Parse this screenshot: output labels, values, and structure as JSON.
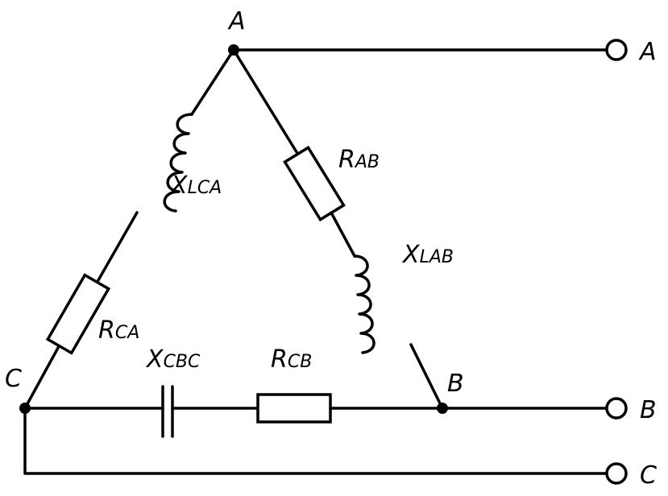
{
  "nodes": {
    "a": "A",
    "b": "B",
    "c": "C"
  },
  "terminals": {
    "a": "A",
    "b": "B",
    "c": "C"
  },
  "components": {
    "r_ab": {
      "main": "R",
      "sub": "AB"
    },
    "xl_ab": {
      "main": "X",
      "sub": "LAB"
    },
    "xl_ca": {
      "main": "X",
      "sub": "LCA"
    },
    "r_ca": {
      "main": "R",
      "sub": "CA"
    },
    "xc_bc": {
      "main": "X",
      "sub": "CBC"
    },
    "r_cb": {
      "main": "R",
      "sub": "CB"
    }
  }
}
